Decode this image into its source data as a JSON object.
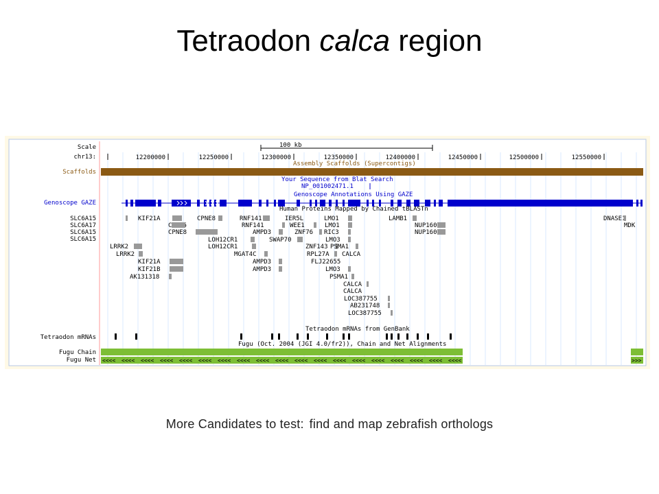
{
  "slide": {
    "title_prefix": "Tetraodon ",
    "title_italic": "calca",
    "title_suffix": " region",
    "subtitle_lead": "More Candidates to test:",
    "subtitle_rest": "find and map zebrafish orthologs"
  },
  "browser": {
    "scale_label": "Scale",
    "chrom_label": "chr13:",
    "scale_bar_text": "100 kb",
    "positions": [
      "12200000",
      "12250000",
      "12300000",
      "12350000",
      "12400000",
      "12450000",
      "12500000",
      "12550000"
    ],
    "colors": {
      "page_bg": "#FFF9E6",
      "frame_bg": "#FFFFFF",
      "blue": "#0000CC",
      "brown": "#8B5A14",
      "green": "#7DBE35",
      "gray": "#999999",
      "guide": "#D8E8FF",
      "pink_line": "#FF9999"
    },
    "tracks": {
      "scaffolds": {
        "label": "Scaffolds",
        "title": "Assembly Scaffolds (Supercontigs)"
      },
      "blat": {
        "title": "Your Sequence from Blat Search",
        "item": "NP_001002471.1"
      },
      "gaze": {
        "label": "Genoscope GAZE",
        "title": "Genoscope Annotations Using GAZE"
      },
      "human_proteins": {
        "title": "Human Proteins Mapped by Chained tBLASTn",
        "left_labels": [
          "SLC6A15",
          "SLC6A17",
          "SLC6A15",
          "SLC6A15"
        ],
        "genes": [
          "KIF21A",
          "CPNE8",
          "RNF141",
          "IER5L",
          "LMO1",
          "LAMB1",
          "DNASE1",
          "CPNE5",
          "RNF141",
          "WEE1",
          "LMO1",
          "NUP160",
          "MDK",
          "CPNE8",
          "AMPD3",
          "ZNF76",
          "RIC3",
          "NUP160",
          "LOH12CR1",
          "SWAP70",
          "LMO3",
          "LRRK2",
          "LOH12CR1",
          "ZNF143",
          "PSMA1",
          "LRRK2",
          "MGAT4C",
          "RPL27A",
          "CALCA",
          "KIF21A",
          "AMPD3",
          "FLJ22655",
          "KIF21B",
          "AMPD3",
          "LMO3",
          "AK131318",
          "PSMA1",
          "CALCA",
          "CALCA",
          "LOC387755",
          "AB231748",
          "LOC387755"
        ]
      },
      "tetraodon_mrnas": {
        "label": "Tetraodon mRNAs",
        "title": "Tetraodon mRNAs from GenBank"
      },
      "fugu": {
        "title": "Fugu (Oct. 2004 (JGI 4.0/fr2)), Chain and Net Alignments",
        "chain_label": "Fugu Chain",
        "net_label": "Fugu Net",
        "net_glyphs": "<<<<",
        "net_glyphs_right": ">>>"
      }
    }
  }
}
